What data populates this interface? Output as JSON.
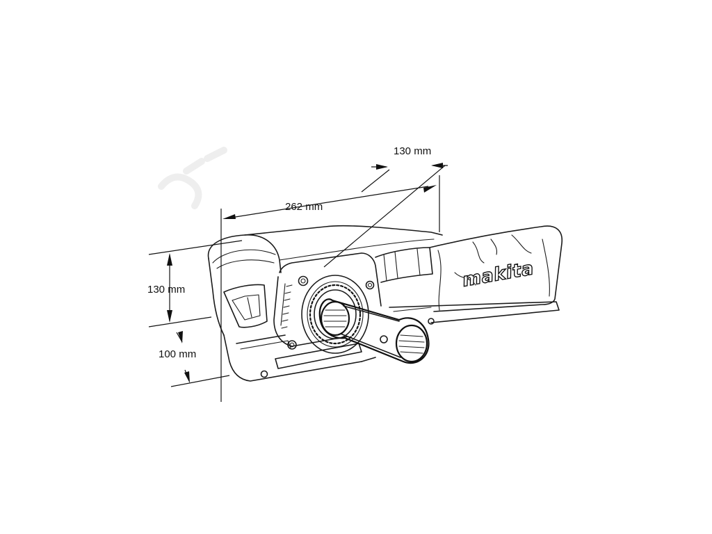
{
  "dimensions": {
    "length": "262 mm",
    "belt_width": "130 mm",
    "height": "130 mm",
    "depth": "100 mm"
  },
  "brand": {
    "logo_text": "makita"
  }
}
